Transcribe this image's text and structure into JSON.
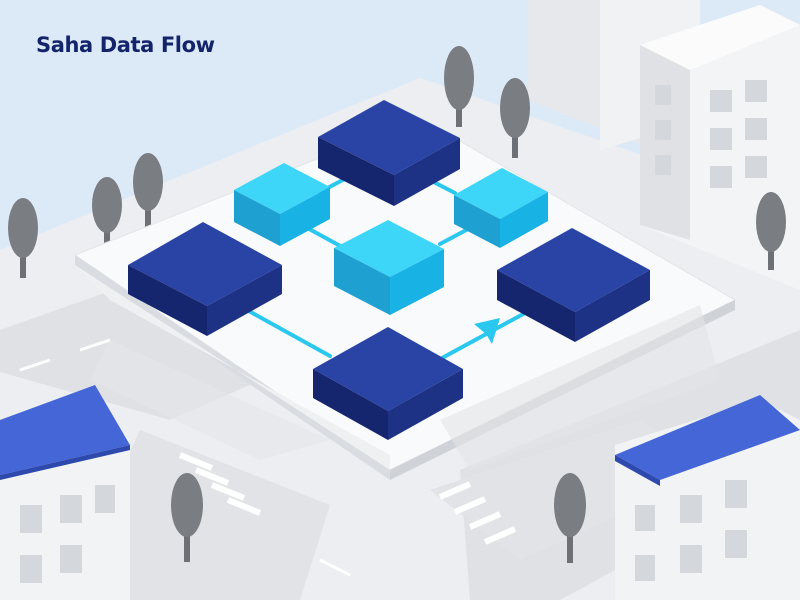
{
  "title": "Saha Data Flow",
  "colors": {
    "sky": "#dceaf8",
    "title": "#14246b",
    "node_primary": "#1f3791",
    "node_accent": "#25c2ea",
    "connector": "#2ac7ee",
    "roof": "#4466d6",
    "tree": "#6d7176",
    "building": "#f2f3f5",
    "road": "#e4e6e9"
  },
  "diagram": {
    "nodes": [
      {
        "id": "node-top",
        "kind": "primary"
      },
      {
        "id": "node-upper-left",
        "kind": "accent"
      },
      {
        "id": "node-upper-right",
        "kind": "accent"
      },
      {
        "id": "node-center",
        "kind": "accent"
      },
      {
        "id": "node-left",
        "kind": "primary"
      },
      {
        "id": "node-right",
        "kind": "primary"
      },
      {
        "id": "node-bottom",
        "kind": "primary"
      }
    ],
    "edges": [
      {
        "from": "node-top",
        "to": "node-upper-left"
      },
      {
        "from": "node-top",
        "to": "node-upper-right"
      },
      {
        "from": "node-upper-left",
        "to": "node-center"
      },
      {
        "from": "node-upper-right",
        "to": "node-center"
      },
      {
        "from": "node-left",
        "to": "node-bottom"
      },
      {
        "from": "node-bottom",
        "to": "node-right",
        "arrow": true
      }
    ]
  },
  "scene_icons": [
    "tree-icon",
    "building-icon",
    "house-icon",
    "road-icon"
  ]
}
